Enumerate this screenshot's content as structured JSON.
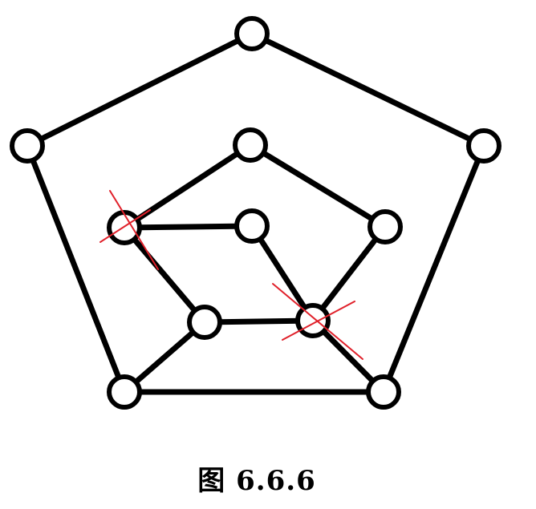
{
  "figure": {
    "caption": "图 6.6.6"
  },
  "colors": {
    "edge": "#000000",
    "node_fill": "#ffffff",
    "node_stroke": "#000000",
    "mark": "#e0202a"
  },
  "graph": {
    "nodes": [
      {
        "id": "outer-top"
      },
      {
        "id": "outer-left"
      },
      {
        "id": "outer-right"
      },
      {
        "id": "outer-bottom-left"
      },
      {
        "id": "outer-bottom-right"
      },
      {
        "id": "inner-top"
      },
      {
        "id": "inner-left",
        "crossed": true
      },
      {
        "id": "inner-right"
      },
      {
        "id": "center"
      },
      {
        "id": "lower-left"
      },
      {
        "id": "lower-right",
        "crossed": true
      }
    ],
    "edges": [
      [
        "outer-top",
        "outer-left"
      ],
      [
        "outer-top",
        "outer-right"
      ],
      [
        "outer-left",
        "outer-bottom-left"
      ],
      [
        "outer-right",
        "outer-bottom-right"
      ],
      [
        "outer-bottom-left",
        "outer-bottom-right"
      ],
      [
        "inner-top",
        "inner-left"
      ],
      [
        "inner-top",
        "inner-right"
      ],
      [
        "inner-left",
        "center"
      ],
      [
        "inner-left",
        "lower-left"
      ],
      [
        "center",
        "lower-right"
      ],
      [
        "inner-right",
        "lower-right"
      ],
      [
        "lower-left",
        "lower-right"
      ],
      [
        "lower-left",
        "outer-bottom-left"
      ],
      [
        "lower-right",
        "outer-bottom-right"
      ]
    ]
  }
}
